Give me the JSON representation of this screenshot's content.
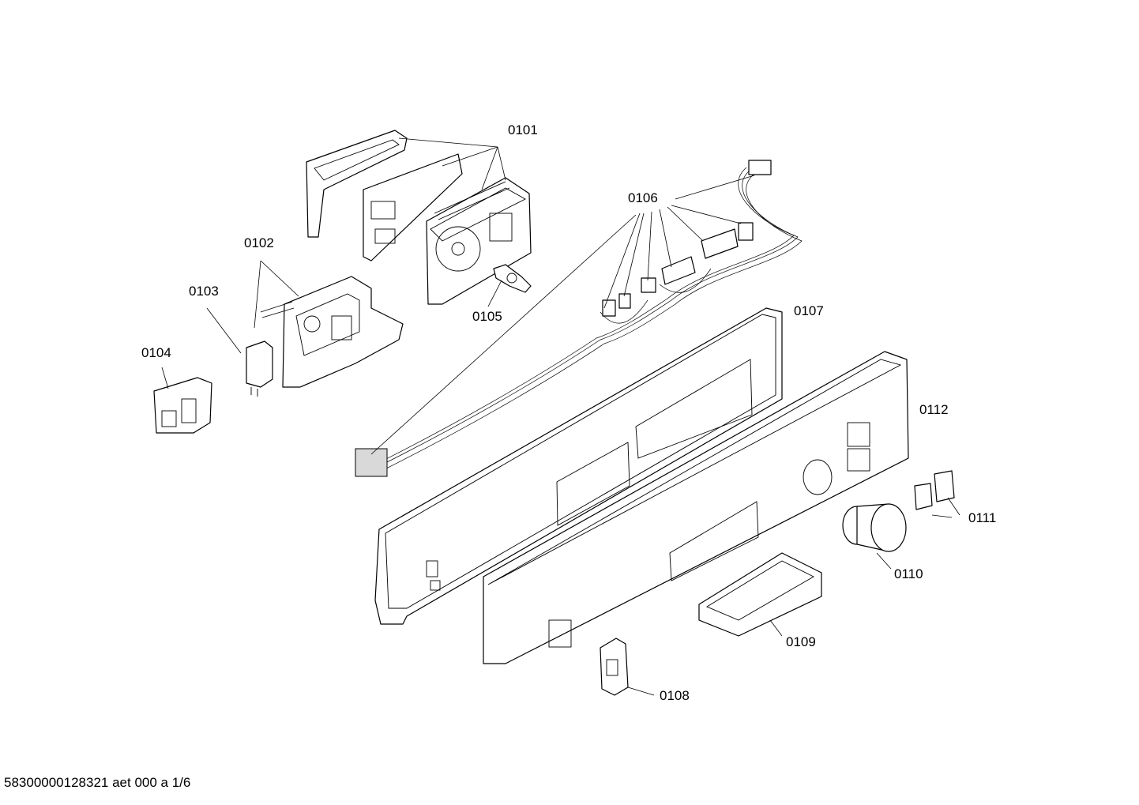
{
  "callouts": {
    "p0101": "0101",
    "p0102": "0102",
    "p0103": "0103",
    "p0104": "0104",
    "p0105": "0105",
    "p0106": "0106",
    "p0107": "0107",
    "p0108": "0108",
    "p0109": "0109",
    "p0110": "0110",
    "p0111": "0111",
    "p0112": "0112"
  },
  "footer": {
    "document_id": "58300000128321 aet 000 a 1/6"
  }
}
